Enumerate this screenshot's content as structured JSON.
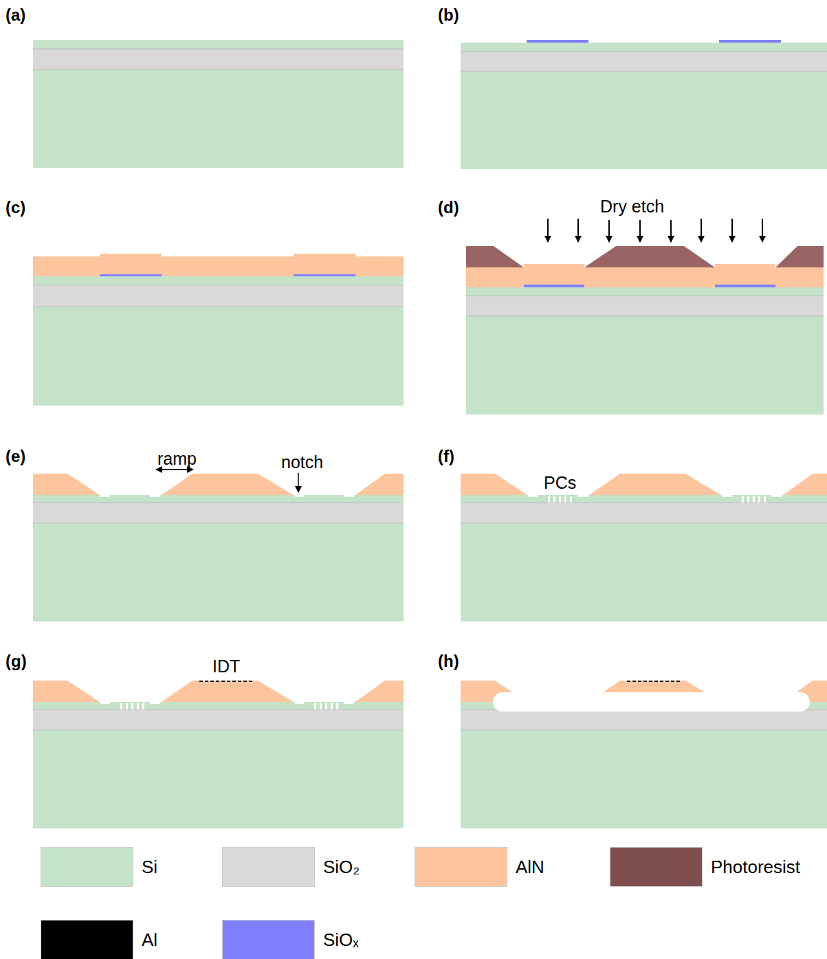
{
  "diagram": {
    "labels": [
      "(a)",
      "(b)",
      "(c)",
      "(d)",
      "Dry etch",
      "(e)",
      "ramp",
      "notch",
      "(f)",
      "PCs",
      "(g)",
      "IDT",
      "(h)"
    ],
    "legend": [
      {
        "text": "Si",
        "color": "#c5e3c8"
      },
      {
        "text": "SiO₂",
        "color": "#d9d9d9"
      },
      {
        "text": "AlN",
        "color": "#fdc59e"
      },
      {
        "text": "Photoresist",
        "color": "#7f4f4f"
      },
      {
        "text": "Al",
        "color": "#000000"
      },
      {
        "text": "SiOₓ",
        "color": "#8080ff"
      }
    ]
  }
}
